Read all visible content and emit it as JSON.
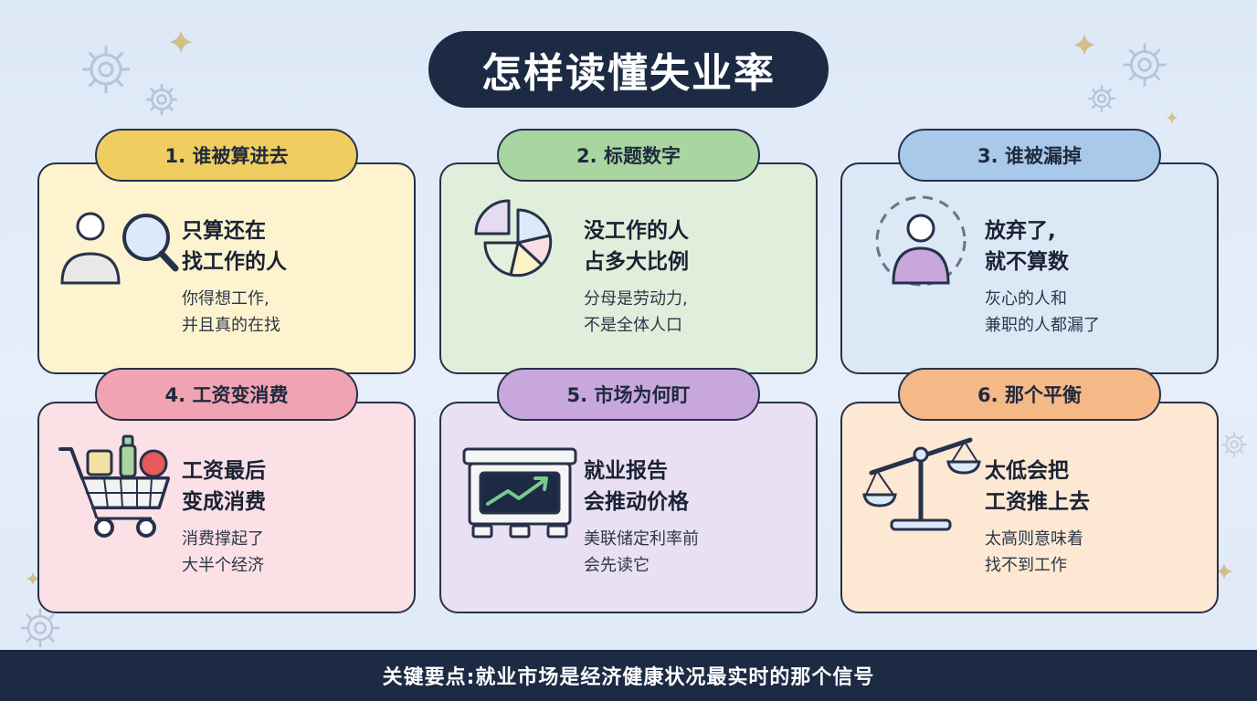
{
  "title": "怎样读懂失业率",
  "colors": {
    "navy": "#1c2a44",
    "card1": "#fdf4cf",
    "tab1": "#f0cd60",
    "card2": "#e0efdb",
    "tab2": "#a8d5a0",
    "card3": "#dce8f6",
    "tab3": "#a8c9ea",
    "card4": "#fbe0e6",
    "tab4": "#f0a3b2",
    "card5": "#e9e0f4",
    "tab5": "#c7a7dc",
    "card6": "#fde9d3",
    "tab6": "#f5b887"
  },
  "cards": [
    {
      "tab": "1. 谁被算进去",
      "heading": "只算还在\n找工作的人",
      "text": "你得想工作,\n并且真的在找",
      "icon": "person-magnifier-icon"
    },
    {
      "tab": "2. 标题数字",
      "heading": "没工作的人\n占多大比例",
      "text": "分母是劳动力,\n不是全体人口",
      "icon": "pie-chart-icon"
    },
    {
      "tab": "3. 谁被漏掉",
      "heading": "放弃了,\n就不算数",
      "text": "灰心的人和\n兼职的人都漏了",
      "icon": "dashed-circle-person-icon"
    },
    {
      "tab": "4. 工资变消费",
      "heading": "工资最后\n变成消费",
      "text": "消费撑起了\n大半个经济",
      "icon": "shopping-cart-icon"
    },
    {
      "tab": "5. 市场为何盯",
      "heading": "就业报告\n会推动价格",
      "text": "美联储定利率前\n会先读它",
      "icon": "market-monitor-icon"
    },
    {
      "tab": "6. 那个平衡",
      "heading": "太低会把\n工资推上去",
      "text": "太高则意味着\n找不到工作",
      "icon": "balance-scale-icon"
    }
  ],
  "footer": "关键要点:就业市场是经济健康状况最实时的那个信号"
}
